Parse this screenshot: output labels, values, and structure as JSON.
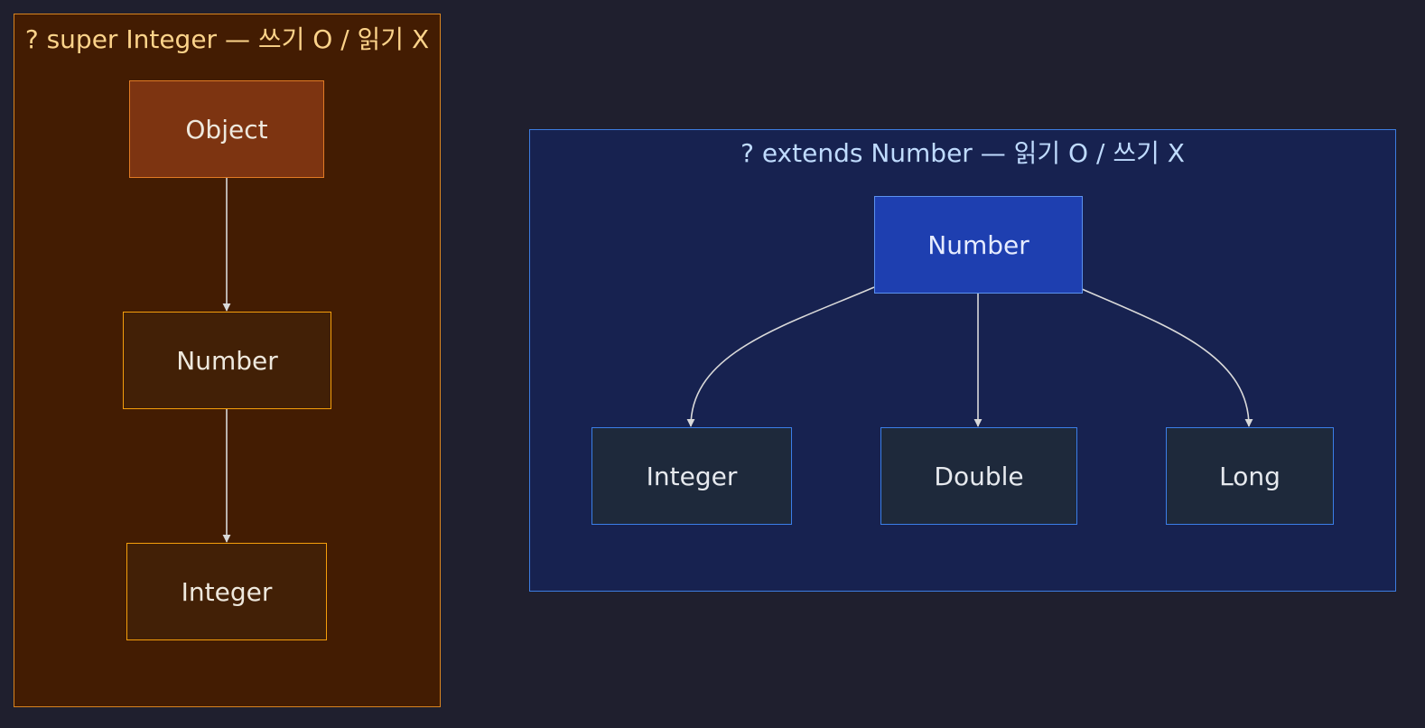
{
  "left_group": {
    "title": "? super Integer — 쓰기 O / 읽기 X",
    "nodes": {
      "object": "Object",
      "number": "Number",
      "integer": "Integer"
    }
  },
  "right_group": {
    "title": "? extends Number — 읽기 O / 쓰기 X",
    "nodes": {
      "number": "Number",
      "integer": "Integer",
      "double": "Double",
      "long": "Long"
    }
  },
  "colors": {
    "background": "#1f1f2e",
    "edge": "#d9d9d9",
    "warm_border": "#f59e0b",
    "blue_border": "#3b7ee8"
  }
}
